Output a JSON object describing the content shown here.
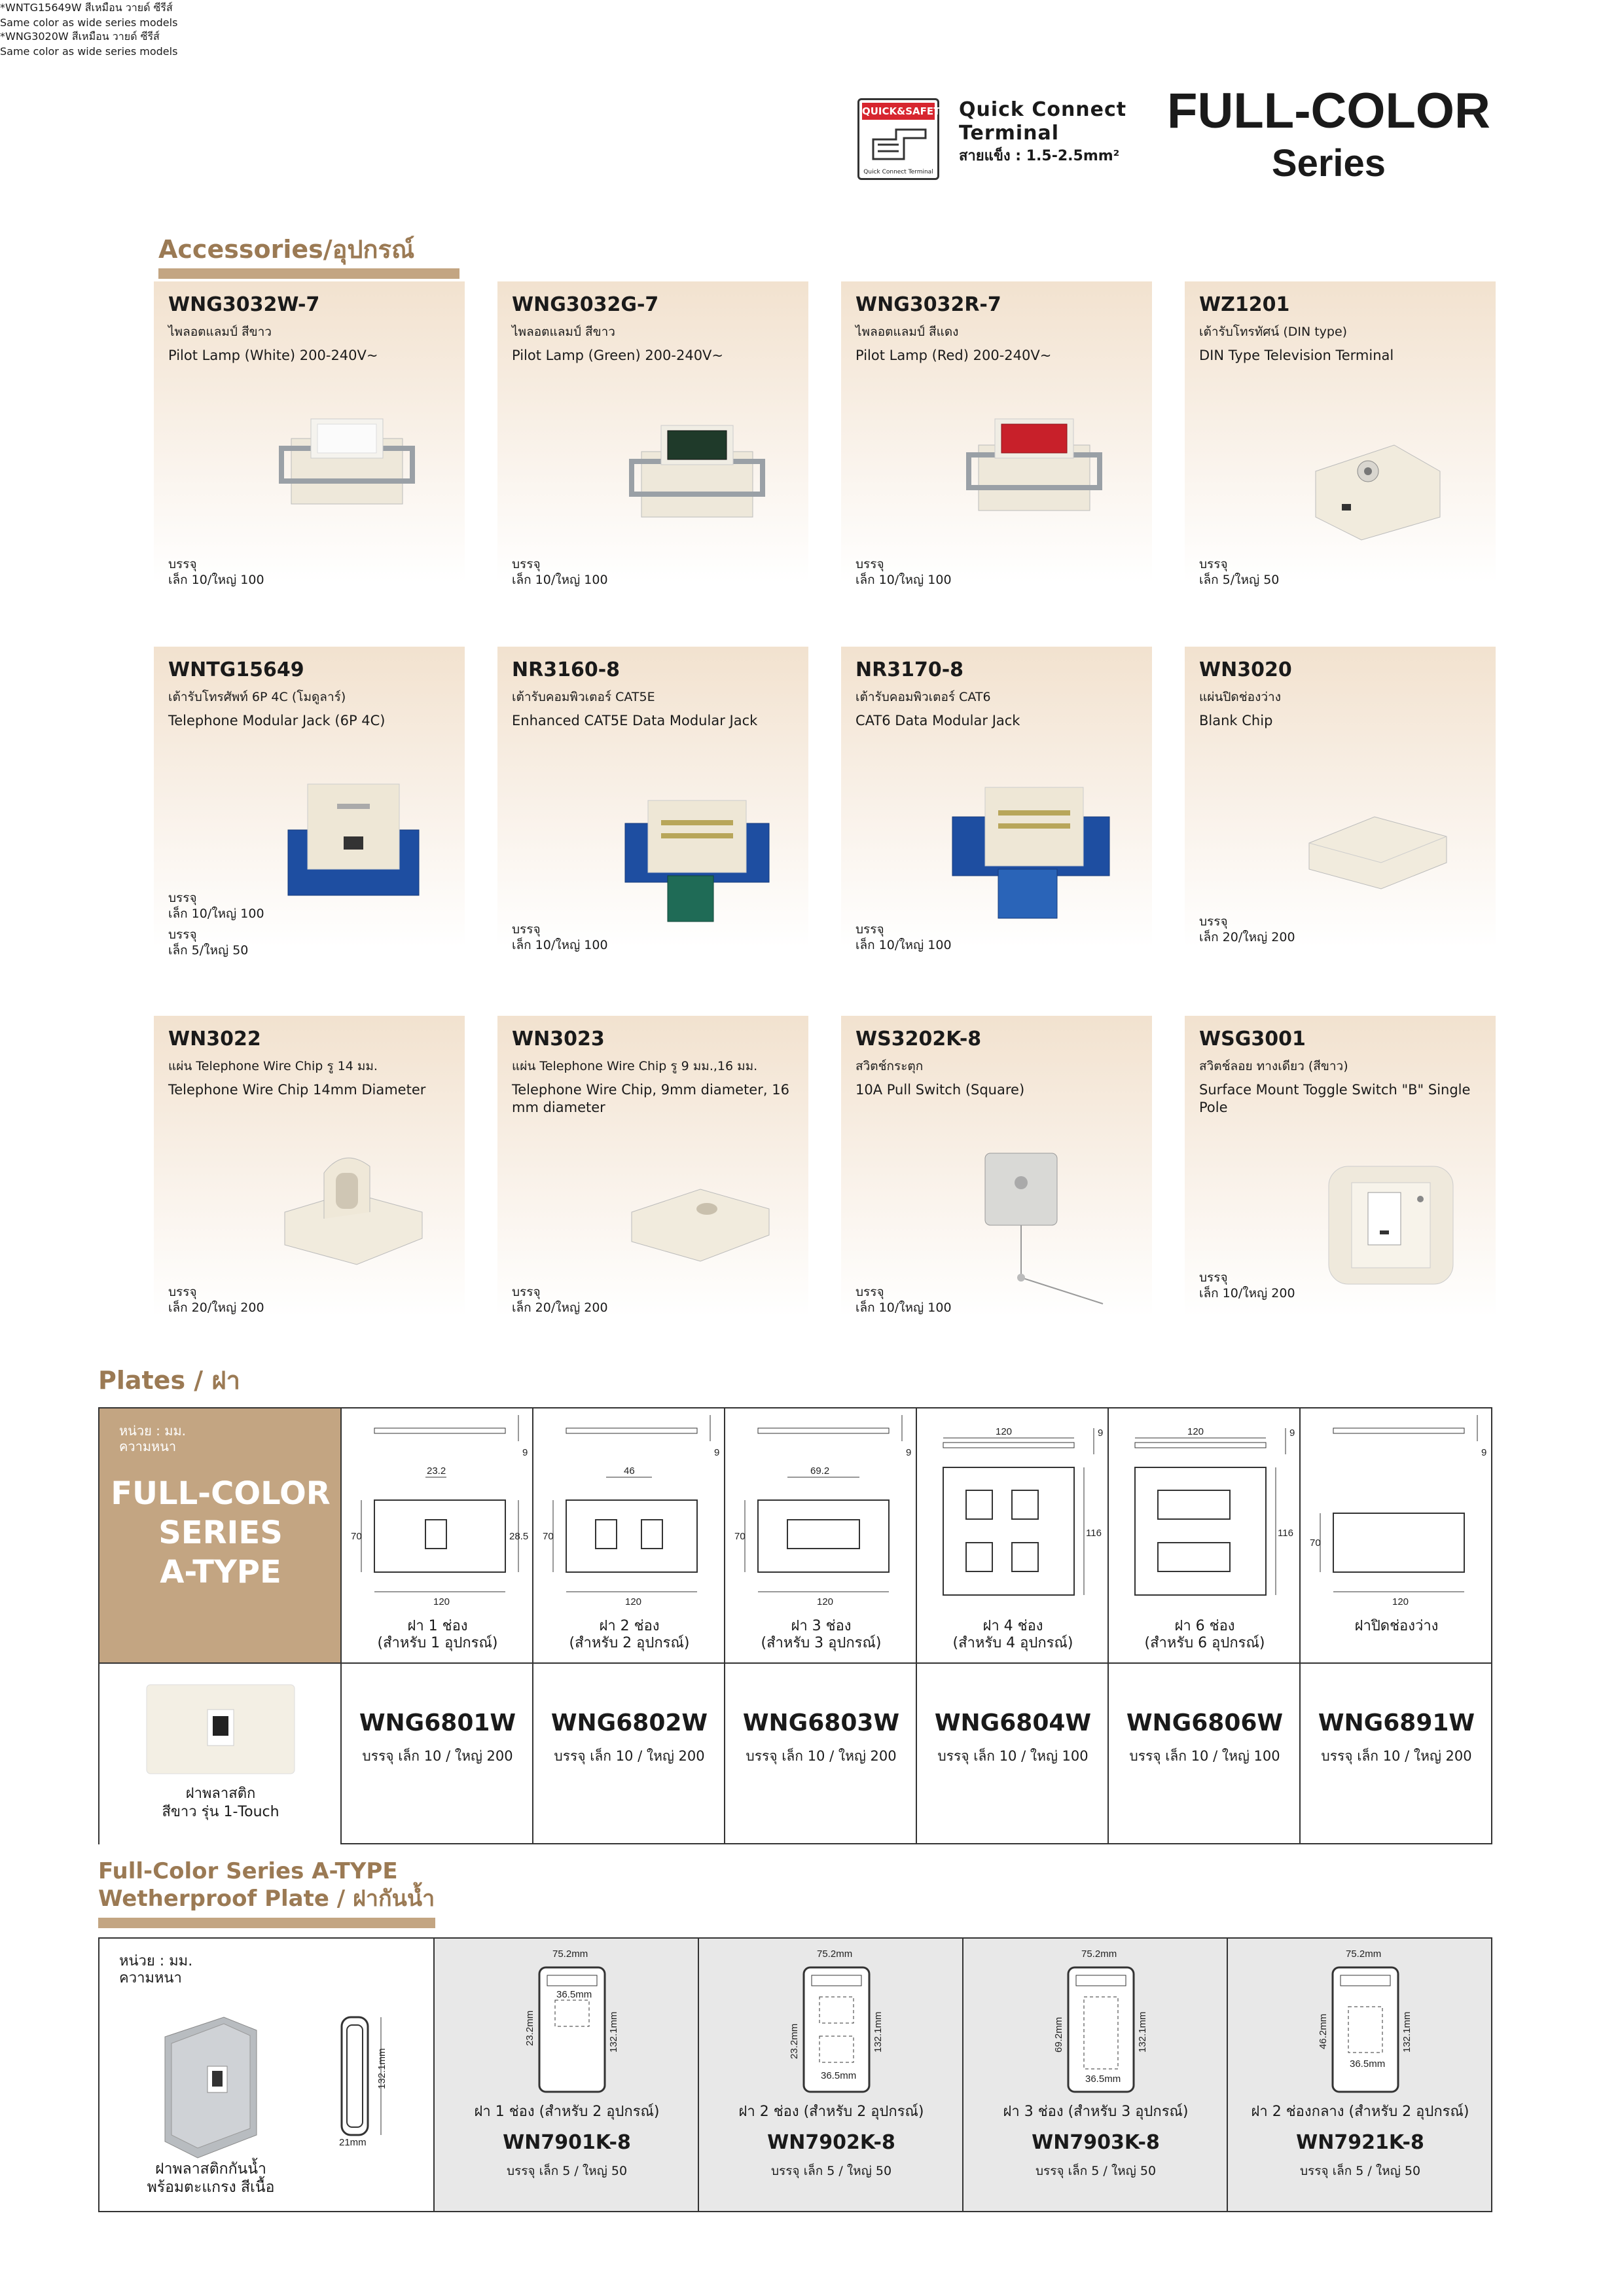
{
  "header": {
    "logo_top": "QUICK&SAFETY",
    "logo_bottom": "Quick Connect Terminal",
    "qc_line1": "Quick Connect",
    "qc_line2": "Terminal",
    "qc_sub": "สายแข็ง : 1.5-2.5mm²",
    "series_title": "FULL-COLOR",
    "series_sub": "Series"
  },
  "accessories": {
    "heading": "Accessories/อุปกรณ์",
    "cards": [
      {
        "code": "WNG3032W-7",
        "th": "ไพลอตแลมป์ สีขาว",
        "en": "Pilot Lamp (White) 200-240V~",
        "pack_label": "บรรจุ",
        "pack": "เล็ก 10/ใหญ่ 100"
      },
      {
        "code": "WNG3032G-7",
        "th": "ไพลอตแลมป์ สีขาว",
        "en": "Pilot Lamp (Green) 200-240V~",
        "pack_label": "บรรจุ",
        "pack": "เล็ก 10/ใหญ่ 100"
      },
      {
        "code": "WNG3032R-7",
        "th": "ไพลอตแลมป์ สีแดง",
        "en": "Pilot Lamp (Red) 200-240V~",
        "pack_label": "บรรจุ",
        "pack": "เล็ก 10/ใหญ่ 100"
      },
      {
        "code": "WZ1201",
        "th": "เต้ารับโทรทัศน์ (DIN type)",
        "en": "DIN Type Television Terminal",
        "pack_label": "บรรจุ",
        "pack": "เล็ก 5/ใหญ่ 50"
      },
      {
        "code": "WNTG15649",
        "th": "เต้ารับโทรศัพท์ 6P 4C (โมดูลาร์)",
        "en": "Telephone Modular Jack (6P 4C)",
        "pack_label": "บรรจุ",
        "pack": "เล็ก 10/ใหญ่ 100",
        "pack2_label": "บรรจุ",
        "pack2": "เล็ก 5/ใหญ่ 50",
        "note1": "*WNTG15649W สีเหมือน วายด์ ซีรีส์",
        "note2": "Same color as wide series models"
      },
      {
        "code": "NR3160-8",
        "th": "เต้ารับคอมพิวเตอร์ CAT5E",
        "en": "Enhanced CAT5E Data Modular Jack",
        "pack_label": "บรรจุ",
        "pack": "เล็ก 10/ใหญ่ 100"
      },
      {
        "code": "NR3170-8",
        "th": "เต้ารับคอมพิวเตอร์ CAT6",
        "en": "CAT6 Data Modular Jack",
        "pack_label": "บรรจุ",
        "pack": "เล็ก 10/ใหญ่ 100"
      },
      {
        "code": "WN3020",
        "th": "แผ่นปิดช่องว่าง",
        "en": "Blank Chip",
        "pack_label": "บรรจุ",
        "pack": "เล็ก 20/ใหญ่ 200",
        "note1": "*WNG3020W สีเหมือน วายด์ ซีรีส์",
        "note2": "Same color as wide series models"
      },
      {
        "code": "WN3022",
        "th": "แผ่น Telephone Wire Chip รู 14 มม.",
        "en": "Telephone Wire Chip 14mm Diameter",
        "pack_label": "บรรจุ",
        "pack": "เล็ก 20/ใหญ่ 200"
      },
      {
        "code": "WN3023",
        "th": "แผ่น Telephone Wire Chip รู 9 มม.,16 มม.",
        "en": "Telephone Wire Chip, 9mm diameter, 16 mm diameter",
        "pack_label": "บรรจุ",
        "pack": "เล็ก 20/ใหญ่ 200"
      },
      {
        "code": "WS3202K-8",
        "th": "สวิตช์กระตุก",
        "en": "10A Pull Switch (Square)",
        "pack_label": "บรรจุ",
        "pack": "เล็ก 10/ใหญ่ 100"
      },
      {
        "code": "WSG3001",
        "th": "สวิตช์ลอย ทางเดียว (สีขาว)",
        "en": "Surface Mount Toggle Switch \"B\" Single Pole",
        "pack_label": "บรรจุ",
        "pack": "เล็ก 10/ใหญ่ 200"
      }
    ]
  },
  "plates": {
    "heading": "Plates / ฝา",
    "unit_line1": "หน่วย : มม.",
    "unit_line2": "ความหนา",
    "series_line1": "FULL-COLOR",
    "series_line2": "SERIES",
    "series_line3": "A-TYPE",
    "plate_label1": "ฝาพลาสติก",
    "plate_label2": "สีขาว รุ่น 1-Touch",
    "columns": [
      {
        "cap1": "ฝา 1 ช่อง",
        "cap2": "(สำหรับ 1 อุปกรณ์)",
        "model": "WNG6801W",
        "pack": "บรรจุ เล็ก 10 / ใหญ่ 200",
        "dim_top": "23.2",
        "dim_w": "120",
        "dim_h": "70",
        "dim_side": "28.5",
        "dim_t": "9"
      },
      {
        "cap1": "ฝา 2 ช่อง",
        "cap2": "(สำหรับ 2 อุปกรณ์)",
        "model": "WNG6802W",
        "pack": "บรรจุ เล็ก 10 / ใหญ่ 200",
        "dim_top": "46",
        "dim_w": "120",
        "dim_h": "70",
        "dim_t": "9"
      },
      {
        "cap1": "ฝา 3 ช่อง",
        "cap2": "(สำหรับ 3 อุปกรณ์)",
        "model": "WNG6803W",
        "pack": "บรรจุ เล็ก 10 / ใหญ่ 200",
        "dim_top": "69.2",
        "dim_w": "120",
        "dim_h": "70",
        "dim_t": "9"
      },
      {
        "cap1": "ฝา 4 ช่อง",
        "cap2": "(สำหรับ 4 อุปกรณ์)",
        "model": "WNG6804W",
        "pack": "บรรจุ เล็ก 10 / ใหญ่ 100",
        "dim_w": "120",
        "dim_h": "116",
        "dim_t": "9"
      },
      {
        "cap1": "ฝา 6 ช่อง",
        "cap2": "(สำหรับ 6 อุปกรณ์)",
        "model": "WNG6806W",
        "pack": "บรรจุ เล็ก 10 / ใหญ่ 100",
        "dim_w": "120",
        "dim_h": "116",
        "dim_t": "9"
      },
      {
        "cap1": "ฝาปิดช่องว่าง",
        "cap2": "",
        "model": "WNG6891W",
        "pack": "บรรจุ เล็ก 10 / ใหญ่ 200",
        "dim_w": "120",
        "dim_h": "70",
        "dim_t": "9"
      }
    ]
  },
  "wetherproof": {
    "heading1": "Full-Color Series A-TYPE",
    "heading2": "Wetherproof Plate / ฝากันน้ำ",
    "unit_line1": "หน่วย : มม.",
    "unit_line2": "ความหนา",
    "side_h": "132.1mm",
    "side_d": "21mm",
    "label1": "ฝาพลาสติกกันน้ำ",
    "label2": "พร้อมตะแกรง สีเนื้อ",
    "columns": [
      {
        "cap": "ฝา 1 ช่อง (สำหรับ 2 อุปกรณ์)",
        "model": "WN7901K-8",
        "pack": "บรรจุ เล็ก 5 / ใหญ่ 50",
        "w": "75.2mm",
        "h": "132.1mm",
        "a": "36.5mm",
        "b": "23.2mm"
      },
      {
        "cap": "ฝา 2 ช่อง (สำหรับ 2 อุปกรณ์)",
        "model": "WN7902K-8",
        "pack": "บรรจุ เล็ก 5 / ใหญ่ 50",
        "w": "75.2mm",
        "h": "132.1mm",
        "a": "36.5mm",
        "b": "23.2mm"
      },
      {
        "cap": "ฝา 3 ช่อง (สำหรับ 3 อุปกรณ์)",
        "model": "WN7903K-8",
        "pack": "บรรจุ เล็ก 5 / ใหญ่ 50",
        "w": "75.2mm",
        "h": "132.1mm",
        "a": "36.5mm",
        "b": "69.2mm"
      },
      {
        "cap": "ฝา 2 ช่องกลาง (สำหรับ 2 อุปกรณ์)",
        "model": "WN7921K-8",
        "pack": "บรรจุ เล็ก 5 / ใหญ่ 50",
        "w": "75.2mm",
        "h": "132.1mm",
        "a": "36.5mm",
        "b": "46.2mm"
      }
    ]
  },
  "colors": {
    "accent": "#c3a582",
    "heading": "#9b7a54",
    "logo_red": "#d7262f"
  }
}
